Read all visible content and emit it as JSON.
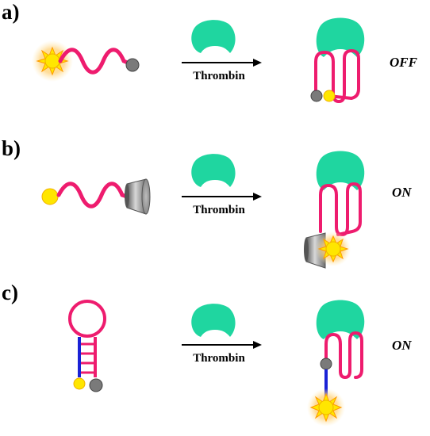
{
  "colors": {
    "thrombin": "#1fd6a0",
    "strand": "#ee1c6e",
    "stem": "#1a22d6",
    "fluorophore": "#ffe600",
    "quencher": "#7a7a7a",
    "glow": "#ffc94d"
  },
  "panels": [
    {
      "label": "a)",
      "reagent": "Thrombin",
      "state": "OFF"
    },
    {
      "label": "b)",
      "reagent": "Thrombin",
      "state": "ON"
    },
    {
      "label": "c)",
      "reagent": "Thrombin",
      "state": "ON"
    }
  ]
}
